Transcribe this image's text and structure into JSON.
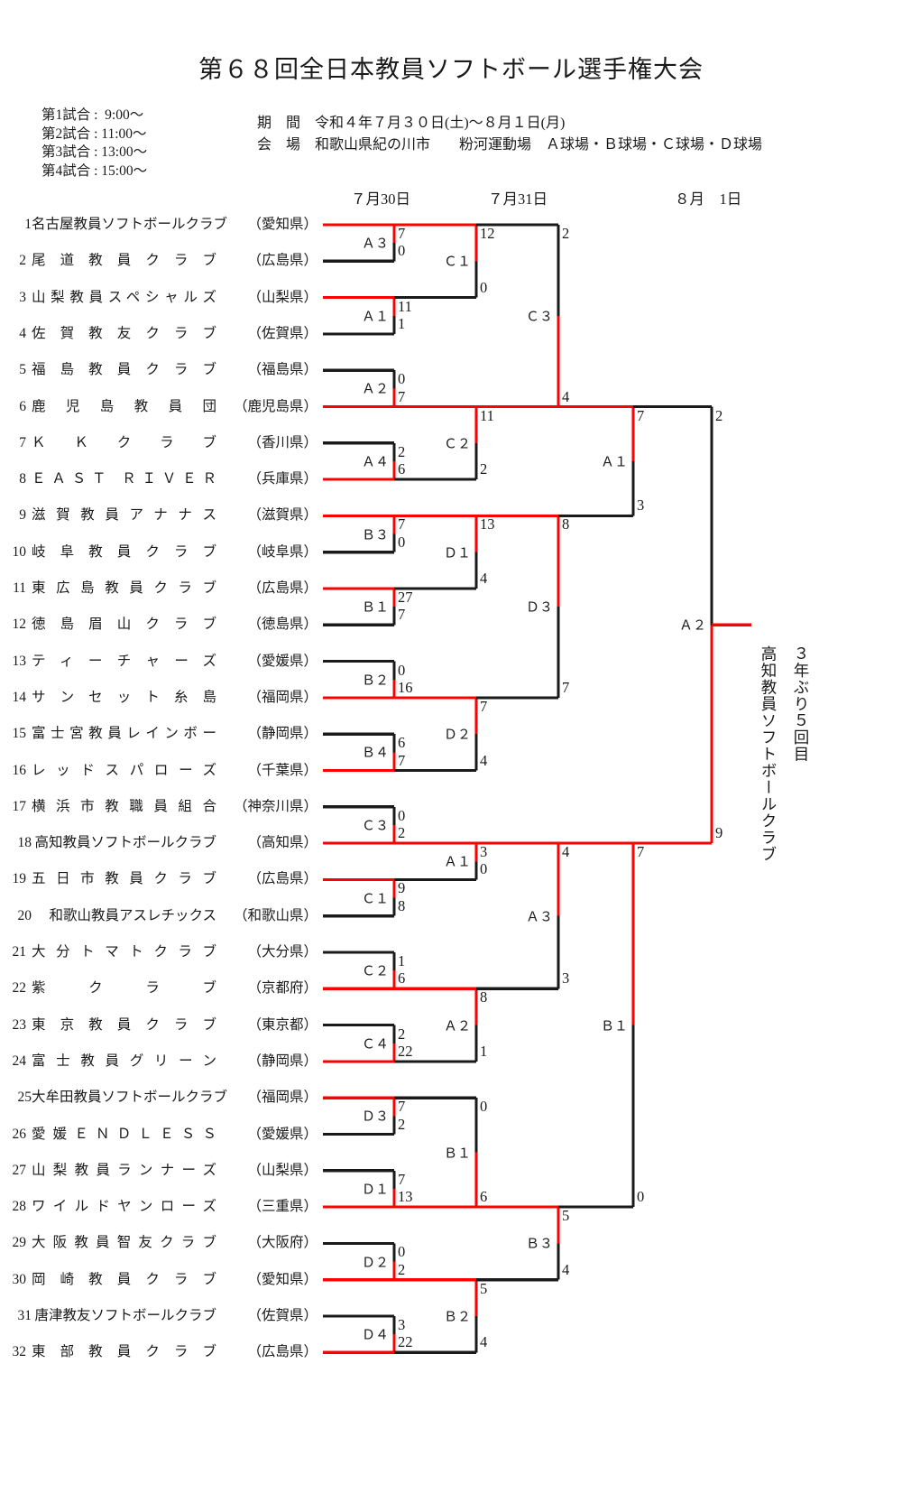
{
  "title": "第６８回全日本教員ソフトボール選手権大会",
  "schedule": {
    "games": [
      "第1試合 :  9:00～",
      "第2試合 : 11:00～",
      "第3試合 : 13:00～",
      "第4試合 : 15:00～"
    ],
    "period_label": "期　間",
    "period_value": "令和４年７月３０日(土)～８月１日(月)",
    "venue_label": "会　場",
    "venue_value": "和歌山県紀の川市　　粉河運動場　Ａ球場・Ｂ球場・Ｃ球場・Ｄ球場",
    "period_line": "期　間　令和４年７月３０日(土)～８月１日(月)",
    "venue_line": "会　場　和歌山県紀の川市　　粉河運動場　Ａ球場・Ｂ球場・Ｃ球場・Ｄ球場"
  },
  "date_headers": [
    "７月30日",
    "７月31日",
    "８月　1日"
  ],
  "champion": {
    "name": "高知教員ソフトボールクラブ",
    "note": "３年ぶり５回目"
  },
  "colors": {
    "winner_line": "#ff0000",
    "loser_line": "#1a1a1a",
    "text": "#1a1a1a"
  },
  "teams": [
    {
      "no": "1",
      "name": "名古屋教員ソフトボールクラブ",
      "pref": "（愛知県）",
      "spaced": false
    },
    {
      "no": "2",
      "name": "尾道教員クラブ",
      "pref": "（広島県）",
      "spaced": true
    },
    {
      "no": "3",
      "name": "山梨教員スペシャルズ",
      "pref": "（山梨県）",
      "spaced": true
    },
    {
      "no": "4",
      "name": "佐賀教友クラブ",
      "pref": "（佐賀県）",
      "spaced": true
    },
    {
      "no": "5",
      "name": "福島教員クラブ",
      "pref": "（福島県）",
      "spaced": true
    },
    {
      "no": "6",
      "name": "鹿児島教員団",
      "pref": "（鹿児島県）",
      "spaced": true
    },
    {
      "no": "7",
      "name": "ＫＫクラブ",
      "pref": "（香川県）",
      "spaced": true
    },
    {
      "no": "8",
      "name": "ＥＡＳＴ ＲＩＶＥＲ",
      "pref": "（兵庫県）",
      "spaced": true
    },
    {
      "no": "9",
      "name": "滋賀教員アナナス",
      "pref": "（滋賀県）",
      "spaced": true
    },
    {
      "no": "10",
      "name": "岐阜教員クラブ",
      "pref": "（岐阜県）",
      "spaced": true
    },
    {
      "no": "11",
      "name": "東広島教員クラブ",
      "pref": "（広島県）",
      "spaced": true
    },
    {
      "no": "12",
      "name": "徳島眉山クラブ",
      "pref": "（徳島県）",
      "spaced": true
    },
    {
      "no": "13",
      "name": "ティーチャーズ",
      "pref": "（愛媛県）",
      "spaced": true
    },
    {
      "no": "14",
      "name": "サンセット糸島",
      "pref": "（福岡県）",
      "spaced": true
    },
    {
      "no": "15",
      "name": "富士宮教員レインボー",
      "pref": "（静岡県）",
      "spaced": true
    },
    {
      "no": "16",
      "name": "レッドスパローズ",
      "pref": "（千葉県）",
      "spaced": true
    },
    {
      "no": "17",
      "name": "横浜市教職員組合",
      "pref": "（神奈川県）",
      "spaced": true
    },
    {
      "no": "18",
      "name": "高知教員ソフトボールクラブ",
      "pref": "（高知県）",
      "spaced": false
    },
    {
      "no": "19",
      "name": "五日市教員クラブ",
      "pref": "（広島県）",
      "spaced": true
    },
    {
      "no": "20",
      "name": "和歌山教員アスレチックス",
      "pref": "（和歌山県）",
      "spaced": false
    },
    {
      "no": "21",
      "name": "大分トマトクラブ",
      "pref": "（大分県）",
      "spaced": true
    },
    {
      "no": "22",
      "name": "紫クラブ",
      "pref": "（京都府）",
      "spaced": true
    },
    {
      "no": "23",
      "name": "東京教員クラブ",
      "pref": "（東京都）",
      "spaced": true
    },
    {
      "no": "24",
      "name": "富士教員グリーン",
      "pref": "（静岡県）",
      "spaced": true
    },
    {
      "no": "25",
      "name": "大牟田教員ソフトボールクラブ",
      "pref": "（福岡県）",
      "spaced": false
    },
    {
      "no": "26",
      "name": "愛媛ＥＮＤＬＥＳＳ",
      "pref": "（愛媛県）",
      "spaced": true
    },
    {
      "no": "27",
      "name": "山梨教員ランナーズ",
      "pref": "（山梨県）",
      "spaced": true
    },
    {
      "no": "28",
      "name": "ワイルドヤンローズ",
      "pref": "（三重県）",
      "spaced": true
    },
    {
      "no": "29",
      "name": "大阪教員智友クラブ",
      "pref": "（大阪府）",
      "spaced": true
    },
    {
      "no": "30",
      "name": "岡崎教員クラブ",
      "pref": "（愛知県）",
      "spaced": true
    },
    {
      "no": "31",
      "name": "唐津教友ソフトボールクラブ",
      "pref": "（佐賀県）",
      "spaced": false
    },
    {
      "no": "32",
      "name": "東部教員クラブ",
      "pref": "（広島県）",
      "spaced": true
    }
  ],
  "bracket": {
    "round1": [
      {
        "label": "Ａ３",
        "top_score": "7",
        "bot_score": "0",
        "winner": "top"
      },
      {
        "label": "Ａ１",
        "top_score": "11",
        "bot_score": "1",
        "winner": "top"
      },
      {
        "label": "Ａ２",
        "top_score": "0",
        "bot_score": "7",
        "winner": "bot"
      },
      {
        "label": "Ａ４",
        "top_score": "2",
        "bot_score": "6",
        "winner": "bot"
      },
      {
        "label": "Ｂ３",
        "top_score": "7",
        "bot_score": "0",
        "winner": "top"
      },
      {
        "label": "Ｂ１",
        "top_score": "27",
        "bot_score": "7",
        "winner": "top"
      },
      {
        "label": "Ｂ２",
        "top_score": "0",
        "bot_score": "16",
        "winner": "bot"
      },
      {
        "label": "Ｂ４",
        "top_score": "6",
        "bot_score": "7",
        "winner": "bot"
      },
      {
        "label": "Ｃ３",
        "top_score": "0",
        "bot_score": "2",
        "winner": "bot"
      },
      {
        "label": "Ｃ１",
        "top_score": "9",
        "bot_score": "8",
        "winner": "top"
      },
      {
        "label": "Ｃ２",
        "top_score": "1",
        "bot_score": "6",
        "winner": "bot"
      },
      {
        "label": "Ｃ４",
        "top_score": "2",
        "bot_score": "22",
        "winner": "bot"
      },
      {
        "label": "Ｄ３",
        "top_score": "7",
        "bot_score": "2",
        "winner": "top"
      },
      {
        "label": "Ｄ１",
        "top_score": "7",
        "bot_score": "13",
        "winner": "bot"
      },
      {
        "label": "Ｄ２",
        "top_score": "0",
        "bot_score": "2",
        "winner": "bot"
      },
      {
        "label": "Ｄ４",
        "top_score": "3",
        "bot_score": "22",
        "winner": "bot"
      }
    ],
    "round2": [
      {
        "label": "Ｃ１",
        "top_score": "12",
        "bot_score": "0",
        "winner": "top"
      },
      {
        "label": "Ｃ２",
        "top_score": "11",
        "bot_score": "2",
        "winner": "top"
      },
      {
        "label": "Ｄ１",
        "top_score": "13",
        "bot_score": "4",
        "winner": "top"
      },
      {
        "label": "Ｄ２",
        "top_score": "7",
        "bot_score": "4",
        "winner": "top"
      },
      {
        "label": "Ａ１",
        "top_score": "3",
        "bot_score": "0",
        "winner": "top"
      },
      {
        "label": "Ａ２",
        "top_score": "8",
        "bot_score": "1",
        "winner": "top"
      },
      {
        "label": "Ｂ１",
        "top_score": "0",
        "bot_score": "6",
        "winner": "bot"
      },
      {
        "label": "Ｂ２",
        "top_score": "5",
        "bot_score": "4",
        "winner": "top"
      }
    ],
    "round3": [
      {
        "label": "Ｃ３",
        "top_score": "2",
        "bot_score": "4",
        "winner": "bot"
      },
      {
        "label": "Ｄ３",
        "top_score": "8",
        "bot_score": "7",
        "winner": "top"
      },
      {
        "label": "Ａ３",
        "top_score": "4",
        "bot_score": "3",
        "winner": "top"
      },
      {
        "label": "Ｂ３",
        "top_score": "5",
        "bot_score": "4",
        "winner": "top"
      }
    ],
    "semis": [
      {
        "label": "Ａ１",
        "top_score": "7",
        "bot_score": "3",
        "winner": "top"
      },
      {
        "label": "Ｂ１",
        "top_score": "7",
        "bot_score": "0",
        "winner": "top"
      }
    ],
    "final": {
      "label": "Ａ２",
      "top_score": "2",
      "bot_score": "9",
      "winner": "bot"
    }
  }
}
